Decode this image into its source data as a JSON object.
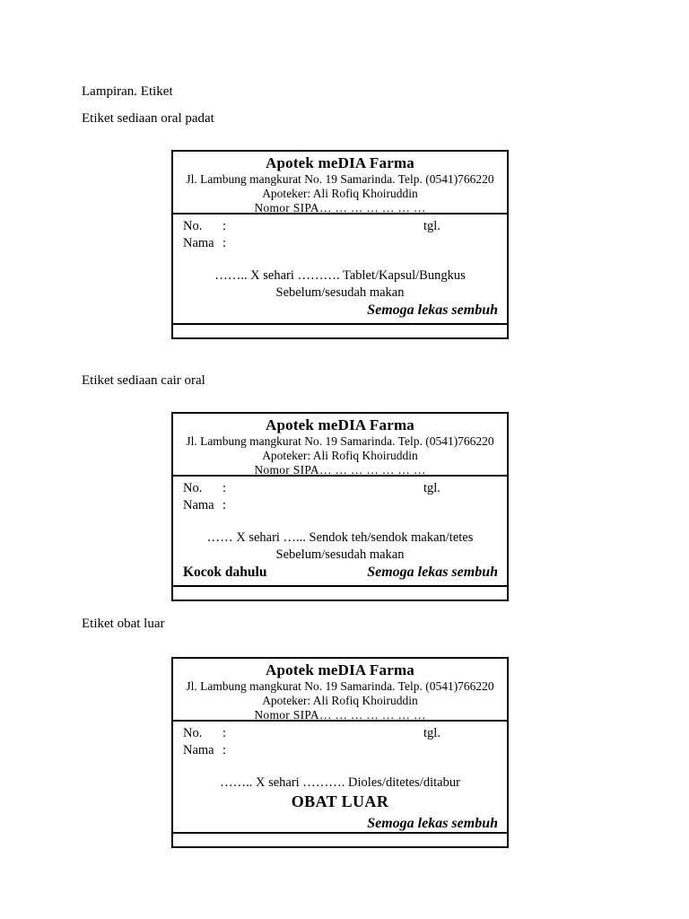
{
  "page": {
    "title": "Lampiran. Etiket"
  },
  "colors": {
    "text": "#000000",
    "background": "#ffffff",
    "border": "#000000"
  },
  "sections": [
    {
      "heading": "Etiket sediaan oral padat",
      "label": {
        "pharmacy": "Apotek meDIA Farma",
        "address": "Jl. Lambung mangkurat No. 19 Samarinda. Telp. (0541)766220",
        "pharmacist": "Apoteker: Ali Rofiq Khoiruddin",
        "sipa": "Nomor SIPA… … … … … … …",
        "no": "No.",
        "no_colon": ":",
        "tgl": "tgl.",
        "nama": "Nama",
        "nama_colon": ":",
        "dosage": "…….. X sehari ………. Tablet/Kapsul/Bungkus",
        "meal": "Sebelum/sesudah makan",
        "closing": "Semoga lekas sembuh"
      }
    },
    {
      "heading": "Etiket sediaan cair oral",
      "label": {
        "pharmacy": "Apotek meDIA Farma",
        "address": "Jl. Lambung mangkurat No. 19 Samarinda. Telp. (0541)766220",
        "pharmacist": "Apoteker: Ali Rofiq Khoiruddin",
        "sipa": "Nomor SIPA… … … … … … …",
        "no": "No.",
        "no_colon": ":",
        "tgl": "tgl.",
        "nama": "Nama",
        "nama_colon": ":",
        "dosage": "…… X sehari …... Sendok teh/sendok makan/tetes",
        "meal": "Sebelum/sesudah makan",
        "shake": "Kocok dahulu",
        "closing": "Semoga lekas sembuh"
      }
    },
    {
      "heading": "Etiket obat luar",
      "label": {
        "pharmacy": "Apotek meDIA Farma",
        "address": "Jl. Lambung mangkurat No. 19 Samarinda. Telp. (0541)766220",
        "pharmacist": "Apoteker: Ali Rofiq Khoiruddin",
        "sipa": "Nomor SIPA… … … … … … …",
        "no": "No.",
        "no_colon": ":",
        "tgl": "tgl.",
        "nama": "Nama",
        "nama_colon": ":",
        "dosage": "…….. X sehari ………. Dioles/ditetes/ditabur",
        "obat_luar": "OBAT LUAR",
        "closing": "Semoga lekas sembuh"
      }
    }
  ]
}
